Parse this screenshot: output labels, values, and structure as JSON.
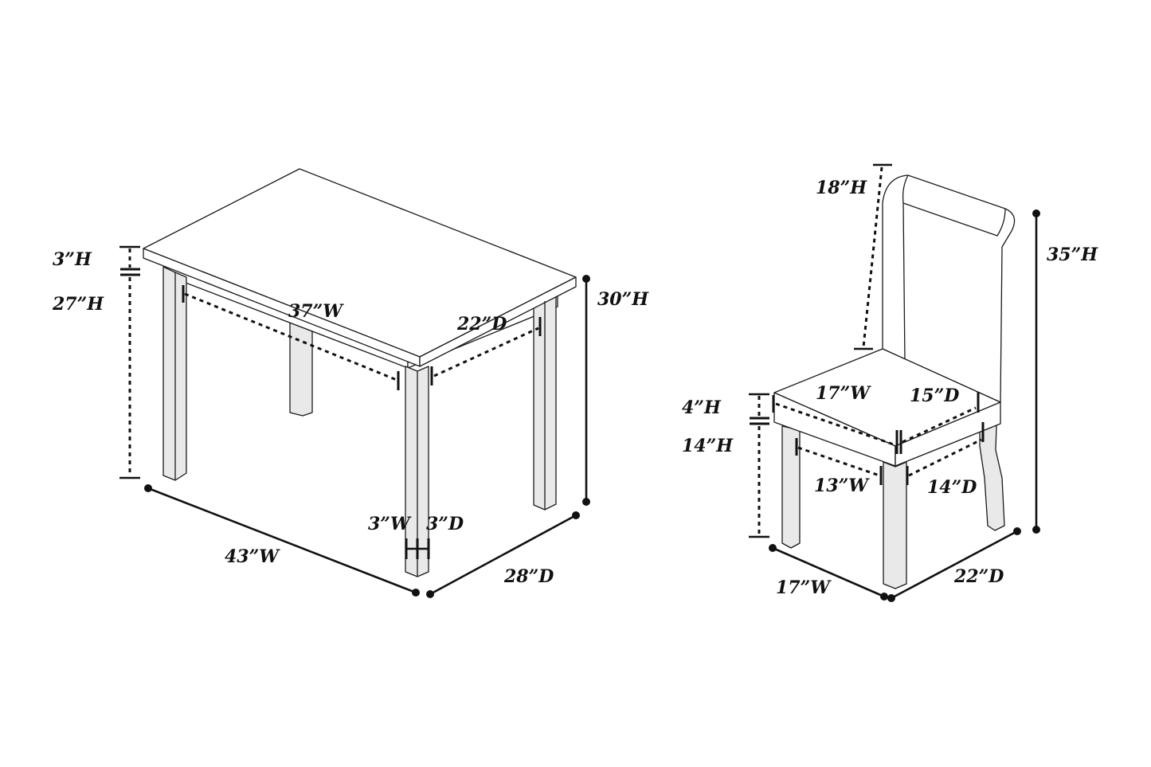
{
  "table": {
    "top_thickness": "3”H",
    "leg_height": "27”H",
    "apron_width": "37”W",
    "apron_depth": "22”D",
    "total_height": "30”H",
    "leg_width": "3”W",
    "leg_depth": "3”D",
    "overall_width": "43”W",
    "overall_depth": "28”D"
  },
  "chair": {
    "back_height": "18”H",
    "total_height": "35”H",
    "seat_width": "17”W",
    "seat_depth": "15”D",
    "seat_thickness": "4”H",
    "seat_height": "14”H",
    "inner_width": "13”W",
    "inner_depth": "14”D",
    "overall_width": "17”W",
    "overall_depth": "22”D"
  }
}
